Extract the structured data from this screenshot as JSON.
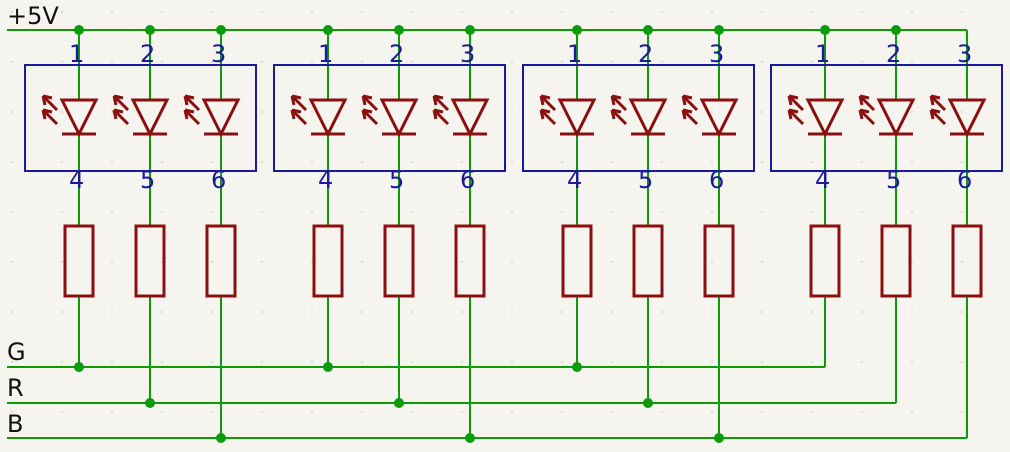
{
  "colors": {
    "background": "#f5f4ef",
    "wire": "#0a9a0a",
    "component": "#8b0f0f",
    "symbol_box": "#1a1a9a",
    "net_label": "#111111"
  },
  "net_labels": {
    "power": "+5V",
    "g": "G",
    "r": "R",
    "b": "B"
  },
  "led_modules": [
    {
      "top_pins": [
        "1",
        "2",
        "3"
      ],
      "bottom_pins": [
        "4",
        "5",
        "6"
      ]
    },
    {
      "top_pins": [
        "1",
        "2",
        "3"
      ],
      "bottom_pins": [
        "4",
        "5",
        "6"
      ]
    },
    {
      "top_pins": [
        "1",
        "2",
        "3"
      ],
      "bottom_pins": [
        "4",
        "5",
        "6"
      ]
    },
    {
      "top_pins": [
        "1",
        "2",
        "3"
      ],
      "bottom_pins": [
        "4",
        "5",
        "6"
      ]
    }
  ]
}
